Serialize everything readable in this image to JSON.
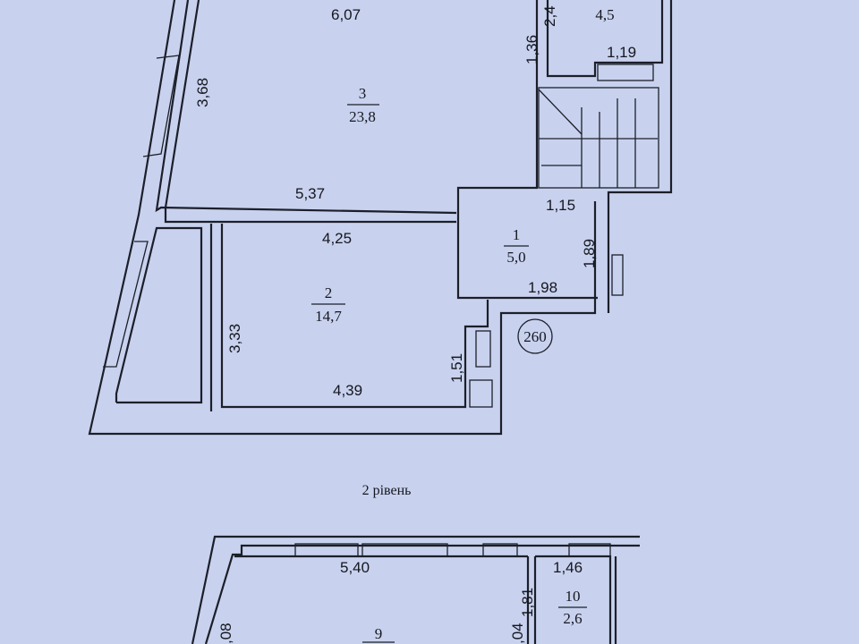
{
  "plan_upper": {
    "dimensions": {
      "d607": "6,07",
      "d24": "2,4",
      "d136": "1,36",
      "d119": "1,19",
      "d368": "3,68",
      "d537": "5,37",
      "d115": "1,15",
      "d425": "4,25",
      "d189": "1,89",
      "d198": "1,98",
      "d333": "3,33",
      "d151": "1,51",
      "d439": "4,39"
    },
    "rooms": [
      {
        "number": "3",
        "area": "23,8"
      },
      {
        "number": "2",
        "area": "14,7"
      },
      {
        "number": "1",
        "area": "5,0"
      },
      {
        "number": "",
        "area": "4,5"
      }
    ],
    "marker": "260"
  },
  "level_label": "2 рівень",
  "plan_lower": {
    "dimensions": {
      "d540": "5,40",
      "d146": "1,46",
      "d181": "1,81",
      "d04": ",04",
      "d08": ",08"
    },
    "rooms": [
      {
        "number": "10",
        "area": "2,6"
      },
      {
        "number": "9"
      }
    ]
  }
}
